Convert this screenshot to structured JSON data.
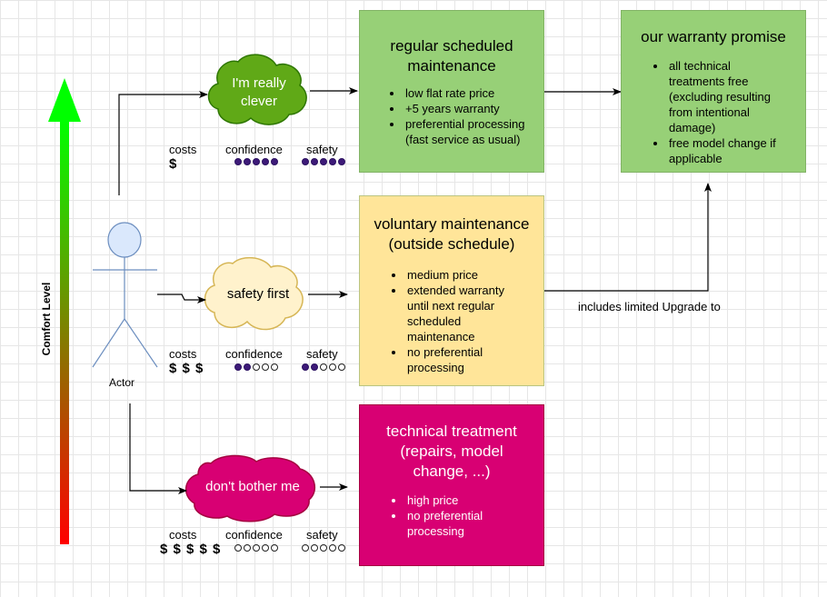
{
  "colors": {
    "green_box": "#97d077",
    "green_border": "#82b366",
    "yellow_box": "#ffe599",
    "yellow_border": "#b9c480",
    "pink_box": "#d80073",
    "pink_border": "#a50040",
    "cloud_green": "#60a917",
    "cloud_green_border": "#2d7600",
    "cloud_cream": "#fff2cc",
    "cloud_cream_border": "#d6b656",
    "cloud_pink": "#d80073",
    "cloud_pink_border": "#a50040",
    "actor_fill": "#dae8fc",
    "actor_stroke": "#6c8ebf",
    "dot_filled": "#3d1a78"
  },
  "axis": {
    "label": "Comfort Level",
    "gradient": [
      "#00ff00",
      "#ff0000"
    ]
  },
  "actor": {
    "label": "Actor"
  },
  "metric_headers": {
    "costs": "costs",
    "confidence": "confidence",
    "safety": "safety"
  },
  "rows": [
    {
      "cloud_text": "I'm really\nclever",
      "cost": "$",
      "confidence": 5,
      "safety": 5
    },
    {
      "cloud_text": "safety first",
      "cost": "$ $ $",
      "confidence": 2,
      "safety": 2
    },
    {
      "cloud_text": "don't bother me",
      "cost": "$ $ $ $ $",
      "confidence": 0,
      "safety": 0
    }
  ],
  "boxes": {
    "regular": {
      "title": "regular scheduled maintenance",
      "items": [
        "low flat rate price",
        "+5 years warranty",
        "preferential processing (fast service as usual)"
      ]
    },
    "warranty": {
      "title": "our warranty promise",
      "items": [
        "all technical treatments free (excluding resulting from intentional damage)",
        "free model change if applicable"
      ]
    },
    "voluntary": {
      "title": "voluntary maintenance (outside schedule)",
      "items": [
        "medium price",
        "extended warranty until next regular scheduled maintenance",
        "no preferential processing"
      ]
    },
    "technical": {
      "title": "technical treatment (repairs, model change, ...)",
      "items": [
        "high price",
        "no preferential processing"
      ]
    }
  },
  "edge_label": "includes limited Upgrade to"
}
